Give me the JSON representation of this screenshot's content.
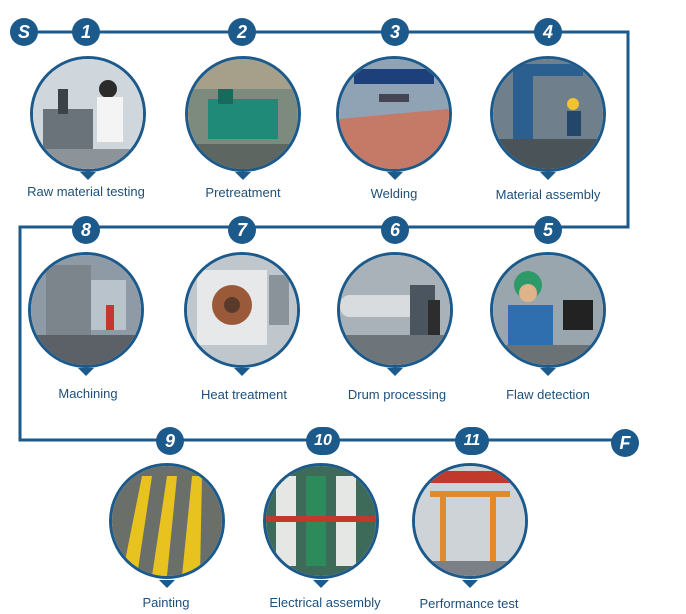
{
  "start_marker": "S",
  "finish_marker": "F",
  "colors": {
    "accent": "#1d5a8c",
    "label": "#1e4f7a"
  },
  "steps": [
    {
      "number": "1",
      "label": "Raw material testing"
    },
    {
      "number": "2",
      "label": "Pretreatment"
    },
    {
      "number": "3",
      "label": "Welding"
    },
    {
      "number": "4",
      "label": "Material assembly"
    },
    {
      "number": "5",
      "label": "Flaw detection"
    },
    {
      "number": "6",
      "label": "Drum processing"
    },
    {
      "number": "7",
      "label": "Heat treatment"
    },
    {
      "number": "8",
      "label": "Machining"
    },
    {
      "number": "9",
      "label": "Painting"
    },
    {
      "number": "10",
      "label": "Electrical assembly"
    },
    {
      "number": "11",
      "label": "Performance test"
    }
  ]
}
